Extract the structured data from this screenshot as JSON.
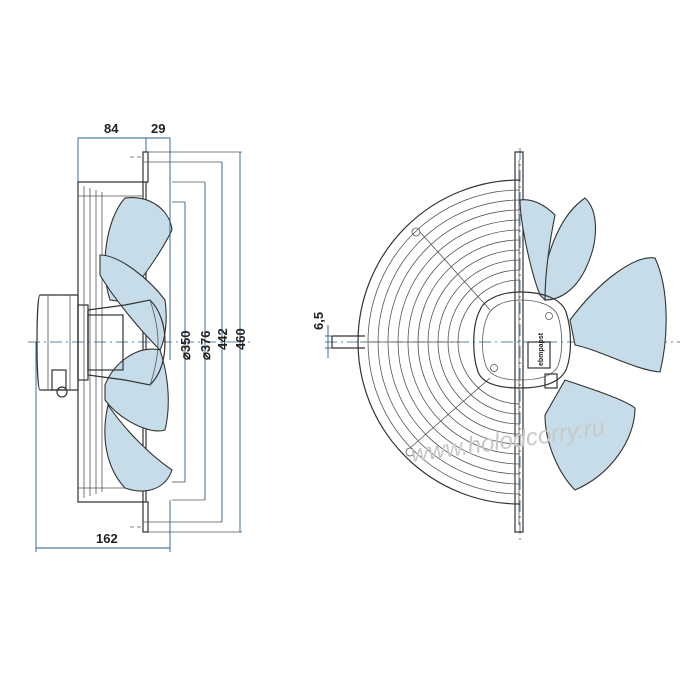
{
  "dimensions": {
    "width_84": "84",
    "width_29": "29",
    "dia_350": "⌀350",
    "dia_376": "⌀376",
    "h_442": "442",
    "h_460": "460",
    "depth_162": "162",
    "hole_6_5": "6,5"
  },
  "motor_label": "ebmpapst",
  "watermark": "www.holodcorry.ru",
  "colors": {
    "blade_fill": "#c6dde9",
    "dimension_line": "#2a5d8a",
    "outline": "#333333"
  }
}
